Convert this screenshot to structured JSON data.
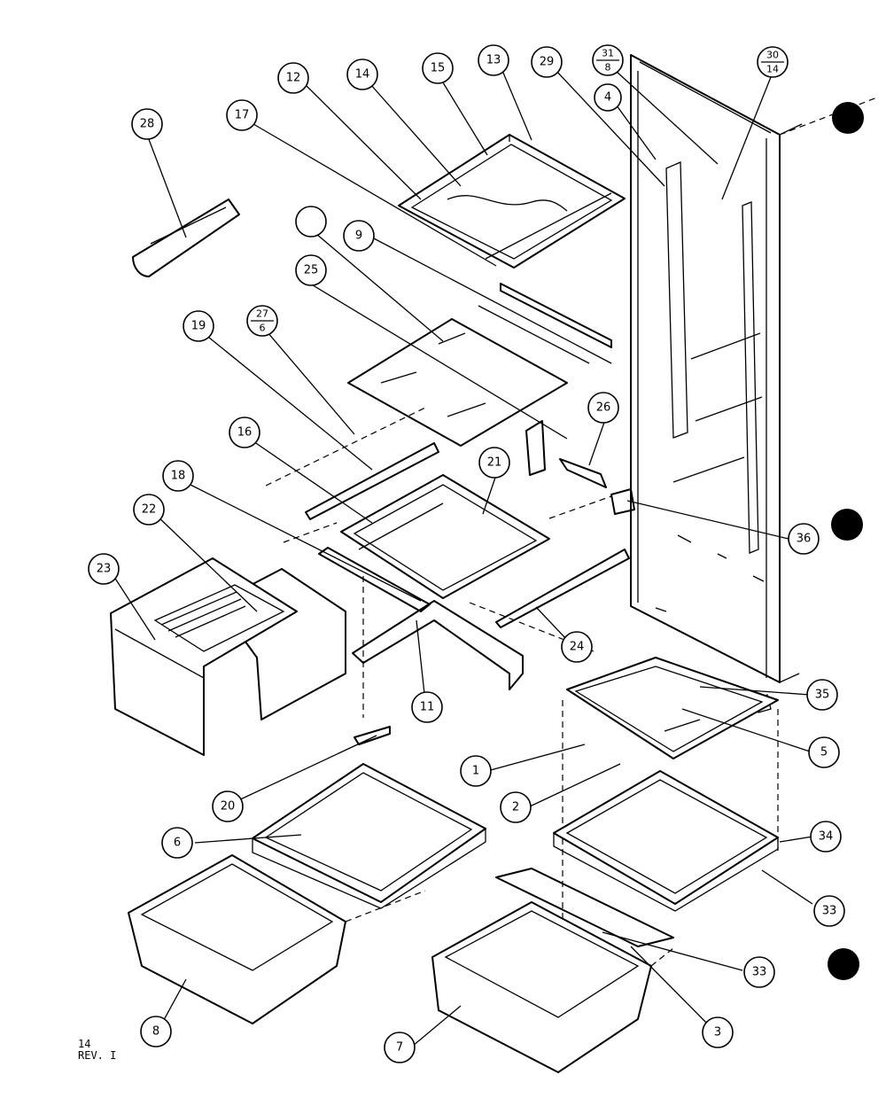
{
  "callouts": [
    {
      "id": "c28",
      "label": "28"
    },
    {
      "id": "c17",
      "label": "17"
    },
    {
      "id": "c12",
      "label": "12"
    },
    {
      "id": "c14",
      "label": "14"
    },
    {
      "id": "c15",
      "label": "15"
    },
    {
      "id": "c13",
      "label": "13"
    },
    {
      "id": "c29",
      "label": "29"
    },
    {
      "id": "c4",
      "label": "4"
    },
    {
      "id": "c9",
      "label": "9"
    },
    {
      "id": "c25",
      "label": "25"
    },
    {
      "id": "c19",
      "label": "19"
    },
    {
      "id": "c16",
      "label": "16"
    },
    {
      "id": "c18",
      "label": "18"
    },
    {
      "id": "c22",
      "label": "22"
    },
    {
      "id": "c23",
      "label": "23"
    },
    {
      "id": "c21",
      "label": "21"
    },
    {
      "id": "c26",
      "label": "26"
    },
    {
      "id": "c36",
      "label": "36"
    },
    {
      "id": "c24",
      "label": "24"
    },
    {
      "id": "c11",
      "label": "11"
    },
    {
      "id": "c35",
      "label": "35"
    },
    {
      "id": "c5",
      "label": "5"
    },
    {
      "id": "c1",
      "label": "1"
    },
    {
      "id": "c2",
      "label": "2"
    },
    {
      "id": "c20",
      "label": "20"
    },
    {
      "id": "c6",
      "label": "6"
    },
    {
      "id": "c34",
      "label": "34"
    },
    {
      "id": "c33a",
      "label": "33"
    },
    {
      "id": "c33b",
      "label": "33"
    },
    {
      "id": "c8",
      "label": "8"
    },
    {
      "id": "c7",
      "label": "7"
    },
    {
      "id": "c3",
      "label": "3"
    }
  ],
  "fraction_callouts": [
    {
      "id": "f31",
      "top": "31",
      "bottom": "8"
    },
    {
      "id": "f30",
      "top": "30",
      "bottom": "14"
    },
    {
      "id": "f27",
      "top": "27",
      "bottom": "6"
    }
  ],
  "page_number": "14",
  "revision": "REV. I"
}
